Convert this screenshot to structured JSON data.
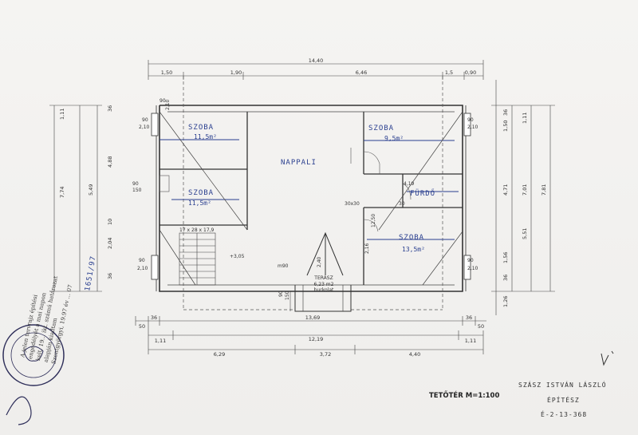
{
  "rooms": {
    "szoba_tl": "SZOBA",
    "szoba_tl_area": "11,5m²",
    "nappali": "NAPPALI",
    "szoba_tr": "SZOBA",
    "szoba_tr_area": "9,5m²",
    "szoba_ml": "SZOBA",
    "szoba_ml_area": "11,5m²",
    "furdo": "FÜRDŐ",
    "szoba_br": "SZOBA",
    "szoba_br_area": "13,5m²",
    "terasz": "TERASZ",
    "terasz_area": "6,23 m2",
    "terasz_sub": "burkolat"
  },
  "dims": {
    "top_total": "14,40",
    "top_a": "1,50",
    "top_b": "1,90",
    "top_c": "6,46",
    "top_d": "1,5",
    "top_e": "0,90",
    "bottom_a": "50",
    "bottom_b": "36",
    "bottom_total": "13,69",
    "bottom_c": "36",
    "bottom_d": "50",
    "bottom2_a": "1,11",
    "bottom2_total": "12,19",
    "bottom2_b": "1,11",
    "bottom3_a": "6,29",
    "bottom3_b": "3,72",
    "bottom3_c": "4,40",
    "left_a": "1,11",
    "left_b": "4,88",
    "left_c": "7,74",
    "left_d": "5,49",
    "left_e": "10",
    "left_f": "2,04",
    "left_g": "36",
    "left_h": "36",
    "right_a": "1,50",
    "right_b": "4,71",
    "right_c": "7,01",
    "right_d": "7,81",
    "right_e": "1,11",
    "right_f": "5,51",
    "right_g": "1,56",
    "right_h": "1,26",
    "right_i": "36",
    "right_j": "36",
    "wall_90a": "90",
    "wall_210a": "2,10",
    "wall_90b": "90",
    "wall_210b": "2,10",
    "wall_150": "150",
    "wall_90c": "90",
    "wall_210c": "2,10",
    "wall_90d": "90",
    "wall_210d": "2,10",
    "r_90a": "90",
    "r_210a": "2,10",
    "r_90b": "90",
    "r_210b": "2,10",
    "stair": "17 x 28 x 17,9",
    "level": "+3,05",
    "m90": "m90",
    "dim_419": "4,19",
    "dim_3030": "30x30",
    "dim_1250": "12,50",
    "dim_30": "30",
    "dim_240": "2,40",
    "dim_216": "2,16",
    "dim_90": "90",
    "dim_150": "150"
  },
  "title_block": {
    "drawing_title": "TETŐTÉR M=1:100",
    "architect_name": "SZÁSZ ISTVÁN LÁSZLÓ",
    "architect_role": "ÉPÍTÉSZ",
    "architect_id": "É-2-13-368"
  },
  "stamp": {
    "text_1": "A jelen tervrajz építési",
    "text_2": "engedélyét a mai napon",
    "text_3": "kelt, 19... ikt. számú határozat",
    "text_4": "alapján kiadtam",
    "handwritten": "1651/97",
    "date": "Szentgyörgyi, 19.97 év ... 07"
  }
}
